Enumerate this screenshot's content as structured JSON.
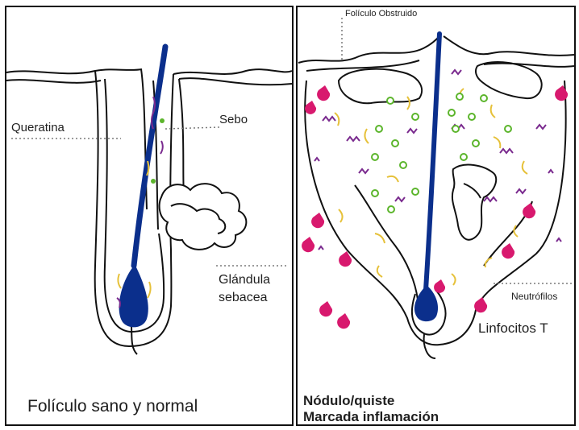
{
  "left_panel": {
    "labels": {
      "queratina": "Queratina",
      "sebo": "Sebo",
      "glandula_1": "Glándula",
      "glandula_2": "sebacea"
    },
    "caption": "Folículo sano y normal"
  },
  "right_panel": {
    "labels": {
      "folicolo_obstruido": "Folículo Obstruido",
      "neutrofilos": "Neutrófilos",
      "linfocitos": "Linfocitos T"
    },
    "caption_1": "Nódulo/quiste",
    "caption_2": "Marcada inflamación"
  },
  "colors": {
    "hair": "#0b2f8c",
    "outline": "#111111",
    "sebum": "#e6c13a",
    "bacteria": "#7a2a8e",
    "neutrophil": "#5cb52c",
    "lymphocyte": "#d8196e",
    "dotted_line": "#7a7a7a"
  }
}
